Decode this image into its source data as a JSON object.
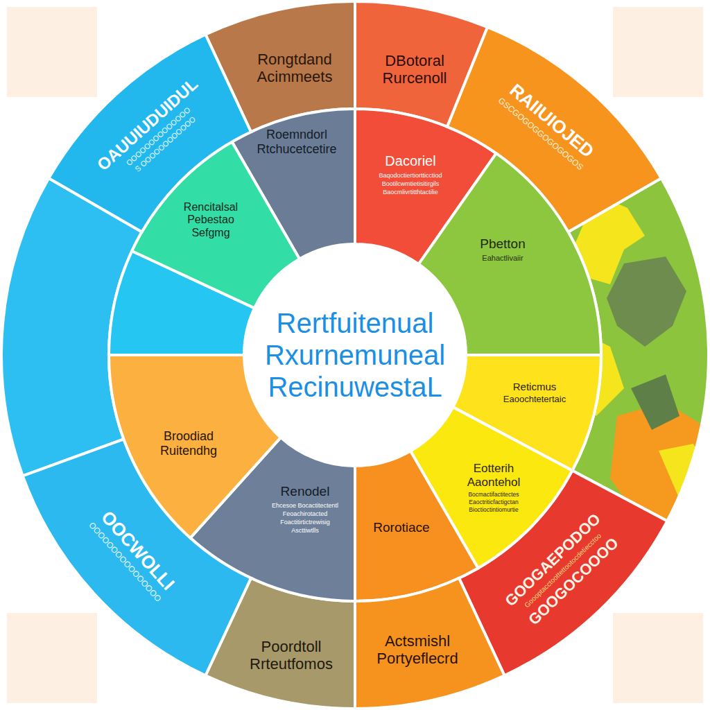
{
  "diagram": {
    "nodes": [
      {
        "text": [
          "Rertfuitenual Rxurnemuneal RecinuwestaL"
        ]
      },
      {
        "text": [
          "Rongtdand Acimmeets"
        ]
      },
      {
        "text": [
          "Roemndorl Rtchucetcetire"
        ]
      },
      {
        "text": [
          "DBotoral Rurcenoll"
        ]
      },
      {
        "text": [
          "Dacoriel",
          "Baqodoctiertiortticctiod Bootilcwmtietisitirgils Baocmlivrtitthtactilie"
        ]
      },
      {
        "text": [
          "RAIIUIOJED",
          "GSCGOGOGGOGOGOGOS"
        ]
      },
      {
        "text": [
          "Pbetton",
          "Eahactlivaiir"
        ]
      },
      {
        "text": [
          "Reticmus",
          "Eaoochtetertaic"
        ]
      },
      {
        "text": [
          "GOOGAEPODOO",
          "Goooptacctoottettootocdetiecctoo",
          "GOOGOCOOOO"
        ]
      },
      {
        "text": [
          "Eotterih Aaontehol",
          "Bocmactifactitectes Eaoctriticfactigctan Bioctioctintiomurtie"
        ]
      },
      {
        "text": [
          "Rorotiace"
        ]
      },
      {
        "text": [
          "Actsmishl Portyeflecrd"
        ]
      },
      {
        "text": [
          "Poordtoll Rrteutfomos"
        ]
      },
      {
        "text": [
          "Renodel",
          "Ehcesoe Bocactitectentl Feoachirotacted Foactitirtictrewisig Ascttiwtlls"
        ]
      },
      {
        "text": [
          "OOCWOLLI",
          "OOOOOOOOOOOOOOOO"
        ]
      },
      {
        "text": [
          "Broodiad Ruitendhg"
        ]
      },
      {
        "text": [
          "Rencitalsal Pebestao Sefgmg"
        ]
      },
      {
        "text": [
          "OAUUIUDUIDUL",
          "OOOOOOOOOOOOOO",
          "S OOOOOOOOOOOO"
        ]
      }
    ]
  }
}
